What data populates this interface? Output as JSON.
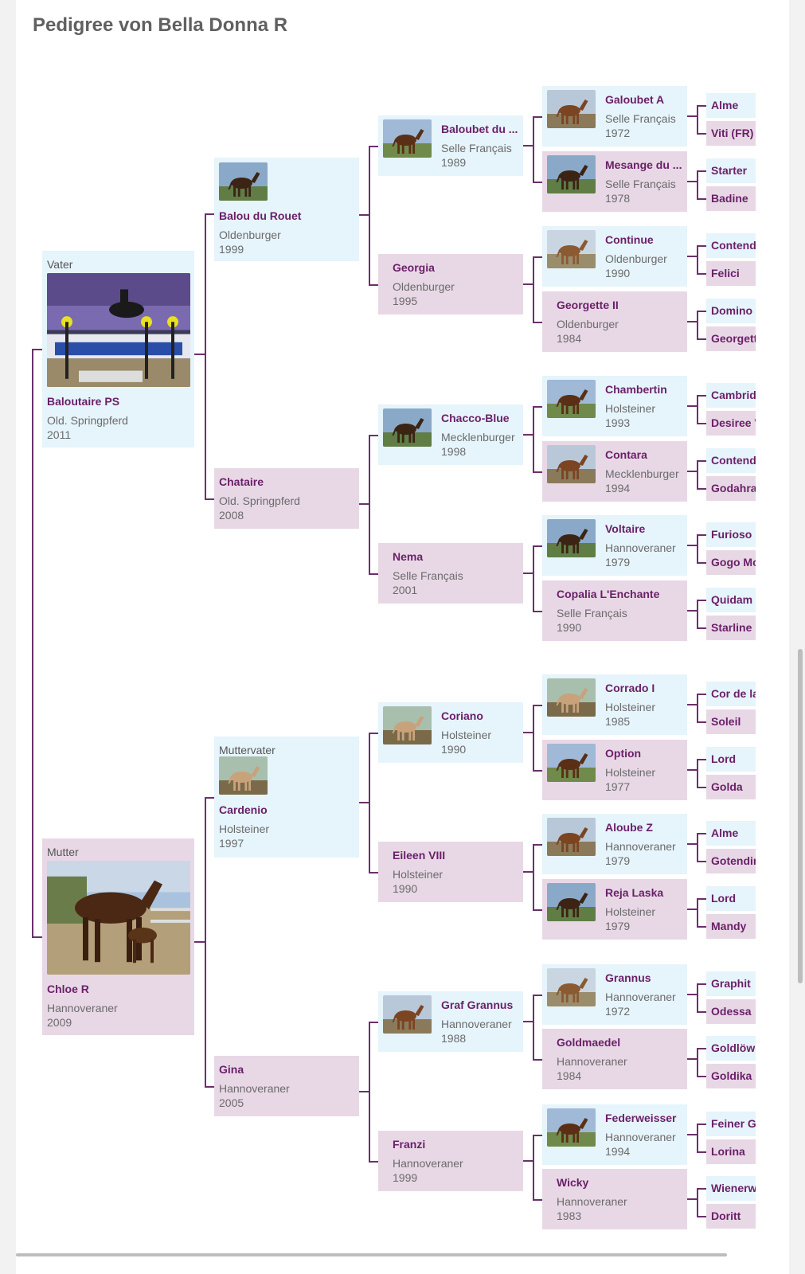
{
  "title": "Pedigree von Bella Donna R",
  "colors": {
    "male": "#e6f4fb",
    "female": "#e8d8e6",
    "line": "#6b2f6b",
    "name": "#6a1f68"
  },
  "gen1": [
    {
      "label": "Vater",
      "name": "Baloutaire PS",
      "breed": "Old. Springpferd",
      "year": "2011",
      "photo": "jumper-photo"
    },
    {
      "label": "Mutter",
      "name": "Chloe R",
      "breed": "Hannoveraner",
      "year": "2009",
      "photo": "mare-foal-photo"
    }
  ],
  "gen2": [
    {
      "name": "Balou du Rouet",
      "breed": "Oldenburger",
      "year": "1999",
      "photo": "horse-photo"
    },
    {
      "name": "Chataire",
      "breed": "Old. Springpferd",
      "year": "2008"
    },
    {
      "label": "Muttervater",
      "name": "Cardenio",
      "breed": "Holsteiner",
      "year": "1997",
      "photo": "horse-photo"
    },
    {
      "name": "Gina",
      "breed": "Hannoveraner",
      "year": "2005"
    }
  ],
  "gen3": [
    {
      "name": "Baloubet du ...",
      "breed": "Selle Français",
      "year": "1989"
    },
    {
      "name": "Georgia",
      "breed": "Oldenburger",
      "year": "1995"
    },
    {
      "name": "Chacco-Blue",
      "breed": "Mecklenburger",
      "year": "1998"
    },
    {
      "name": "Nema",
      "breed": "Selle Français",
      "year": "2001"
    },
    {
      "name": "Coriano",
      "breed": "Holsteiner",
      "year": "1990"
    },
    {
      "name": "Eileen VIII",
      "breed": "Holsteiner",
      "year": "1990"
    },
    {
      "name": "Graf Grannus",
      "breed": "Hannoveraner",
      "year": "1988"
    },
    {
      "name": "Franzi",
      "breed": "Hannoveraner",
      "year": "1999"
    }
  ],
  "gen4": [
    {
      "name": "Galoubet A",
      "breed": "Selle Français",
      "year": "1972"
    },
    {
      "name": "Mesange du ...",
      "breed": "Selle Français",
      "year": "1978"
    },
    {
      "name": "Continue",
      "breed": "Oldenburger",
      "year": "1990"
    },
    {
      "name": "Georgette II",
      "breed": "Oldenburger",
      "year": "1984"
    },
    {
      "name": "Chambertin",
      "breed": "Holsteiner",
      "year": "1993"
    },
    {
      "name": "Contara",
      "breed": "Mecklenburger",
      "year": "1994"
    },
    {
      "name": "Voltaire",
      "breed": "Hannoveraner",
      "year": "1979"
    },
    {
      "name": "Copalia L'Enchante",
      "breed": "Selle Français",
      "year": "1990"
    },
    {
      "name": "Corrado I",
      "breed": "Holsteiner",
      "year": "1985"
    },
    {
      "name": "Option",
      "breed": "Holsteiner",
      "year": "1977"
    },
    {
      "name": "Aloube Z",
      "breed": "Hannoveraner",
      "year": "1979"
    },
    {
      "name": "Reja Laska",
      "breed": "Holsteiner",
      "year": "1979"
    },
    {
      "name": "Grannus",
      "breed": "Hannoveraner",
      "year": "1972"
    },
    {
      "name": "Goldmaedel",
      "breed": "Hannoveraner",
      "year": "1984"
    },
    {
      "name": "Federweisser",
      "breed": "Hannoveraner",
      "year": "1994"
    },
    {
      "name": "Wicky",
      "breed": "Hannoveraner",
      "year": "1983"
    }
  ],
  "gen5": [
    "Alme",
    "Viti (FR)",
    "Starter",
    "Badine",
    "Contender",
    "Felici",
    "Domino",
    "Georgette",
    "Cambridge",
    "Desiree V",
    "Contender",
    "Godahra",
    "Furioso II",
    "Gogo Moeve",
    "Quidam de Revel",
    "Starline",
    "Cor de la Bryere",
    "Soleil",
    "Lord",
    "Golda",
    "Alme",
    "Gotendirne",
    "Lord",
    "Mandy",
    "Graphit",
    "Odessa",
    "Goldlöwe",
    "Goldika",
    "Feiner Gruss",
    "Lorina",
    "Wienerwald",
    "Doritt"
  ]
}
